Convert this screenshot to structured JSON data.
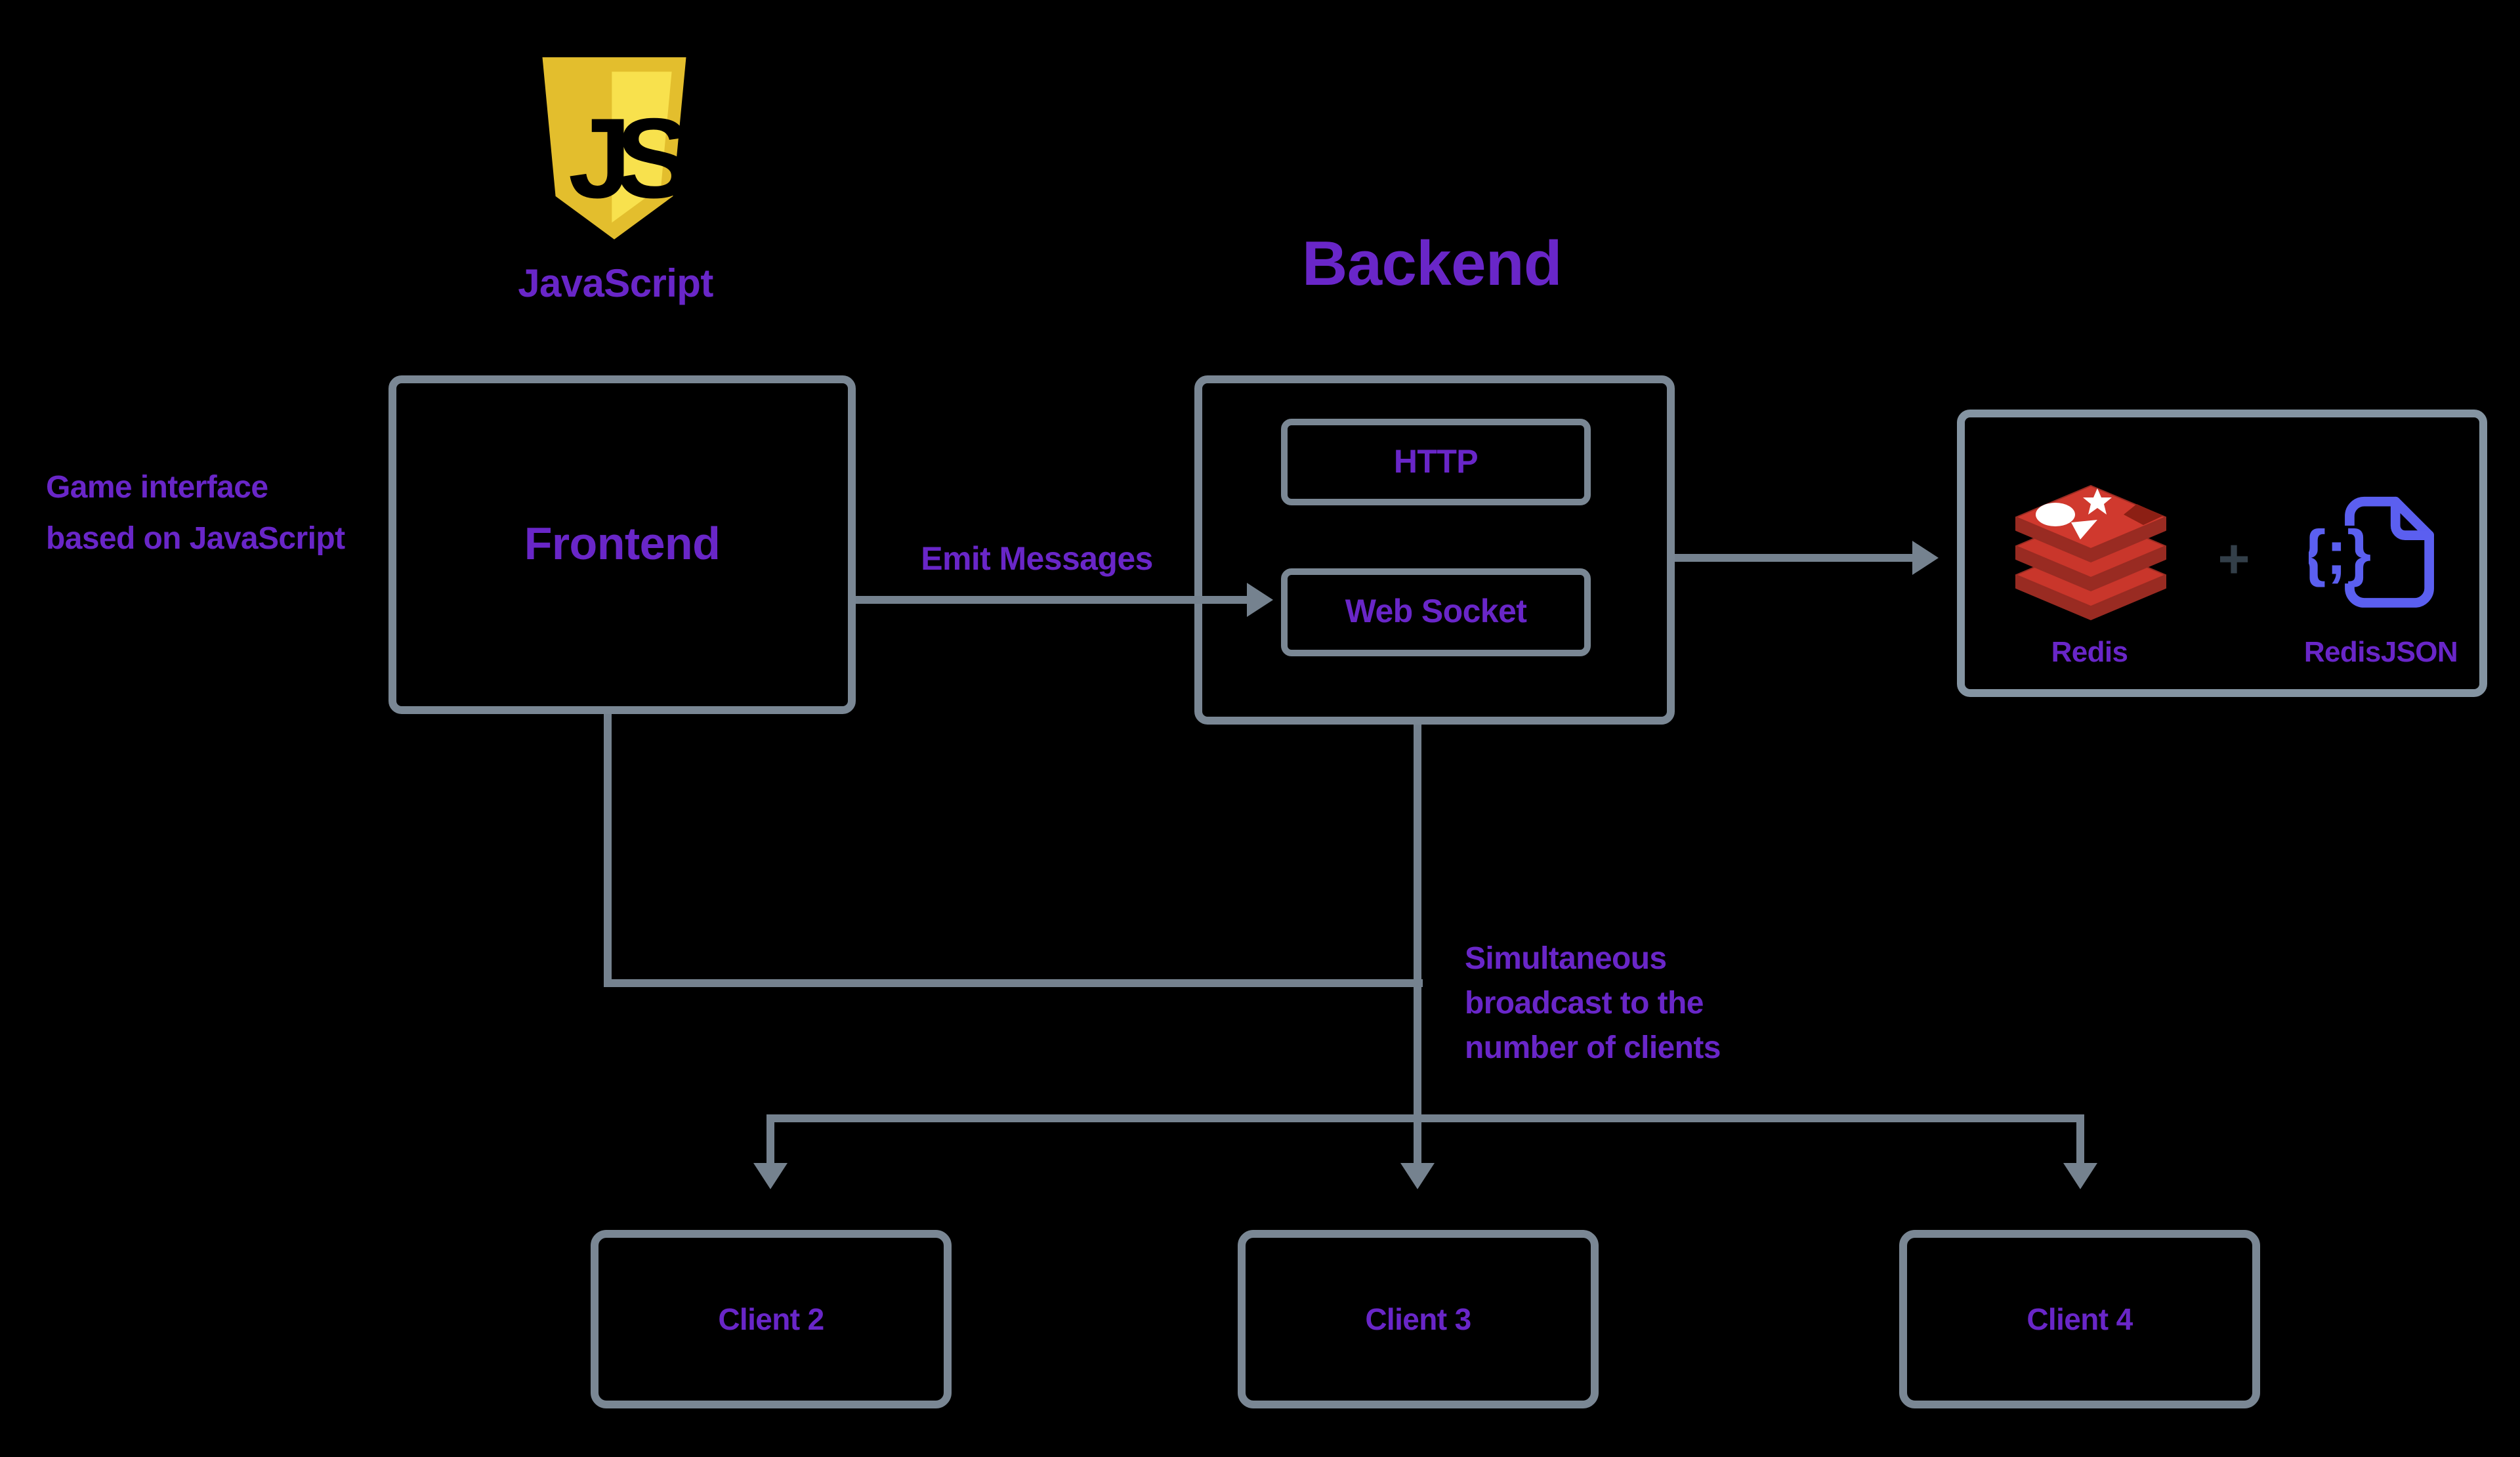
{
  "frontend": {
    "logo_caption": "JavaScript",
    "annotation_line1": "Game interface",
    "annotation_line2": "based on JavaScript",
    "box_label": "Frontend"
  },
  "backend": {
    "title": "Backend",
    "http_label": "HTTP",
    "websocket_label": "Web Socket"
  },
  "storage": {
    "redis_caption": "Redis",
    "plus_sign": "+",
    "redisjson_caption": "RedisJSON"
  },
  "flows": {
    "emit_label": "Emit Messages",
    "broadcast_line1": "Simultaneous",
    "broadcast_line2": "broadcast to the",
    "broadcast_line3": "number of clients"
  },
  "clients": [
    {
      "label": "Client 2"
    },
    {
      "label": "Client 3"
    },
    {
      "label": "Client 4"
    }
  ],
  "colors": {
    "background": "#000000",
    "connector_gray": "#75828F",
    "box_border_gray": "#7A8794",
    "redis_box_border": "#8494A2",
    "text_purple": "#6926C8",
    "js_logo_gold": "#E3BE2D",
    "js_logo_light_gold": "#F8E14D",
    "redis_red": "#C9362B",
    "redis_red_dark": "#992B22",
    "redisjson_blue": "#5B5FF0",
    "plus_dark_slate": "#333F49"
  }
}
